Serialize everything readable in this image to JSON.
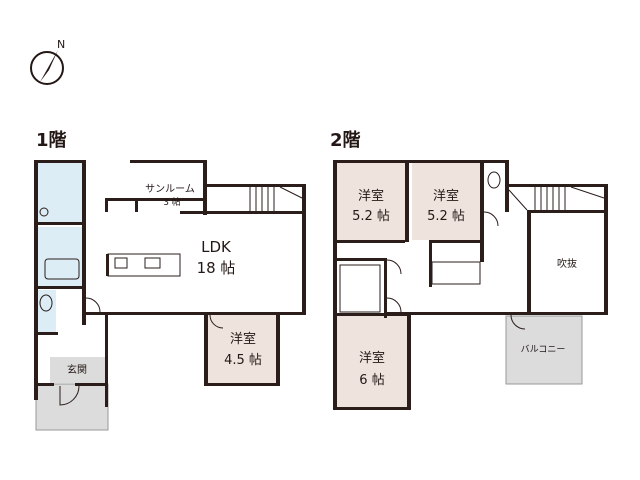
{
  "compass": {
    "label": "N"
  },
  "floor1": {
    "title": "1階",
    "rooms": {
      "sunroom": {
        "name": "サンルーム",
        "size": "3 帖"
      },
      "ldk": {
        "name": "LDK",
        "size": "18 帖"
      },
      "western": {
        "name": "洋室",
        "size": "4.5 帖"
      },
      "entrance": {
        "name": "玄関"
      }
    }
  },
  "floor2": {
    "title": "2階",
    "rooms": {
      "western_a": {
        "name": "洋室",
        "size": "5.2 帖"
      },
      "western_b": {
        "name": "洋室",
        "size": "5.2 帖"
      },
      "western_c": {
        "name": "洋室",
        "size": "6 帖"
      },
      "void": {
        "name": "吹抜"
      },
      "balcony": {
        "name": "バルコニー"
      }
    }
  },
  "colors": {
    "wall": "#2a1d1a",
    "bedroom": "#efe3de",
    "wet": "#dcedf6",
    "gray": "#dcdcdc"
  }
}
